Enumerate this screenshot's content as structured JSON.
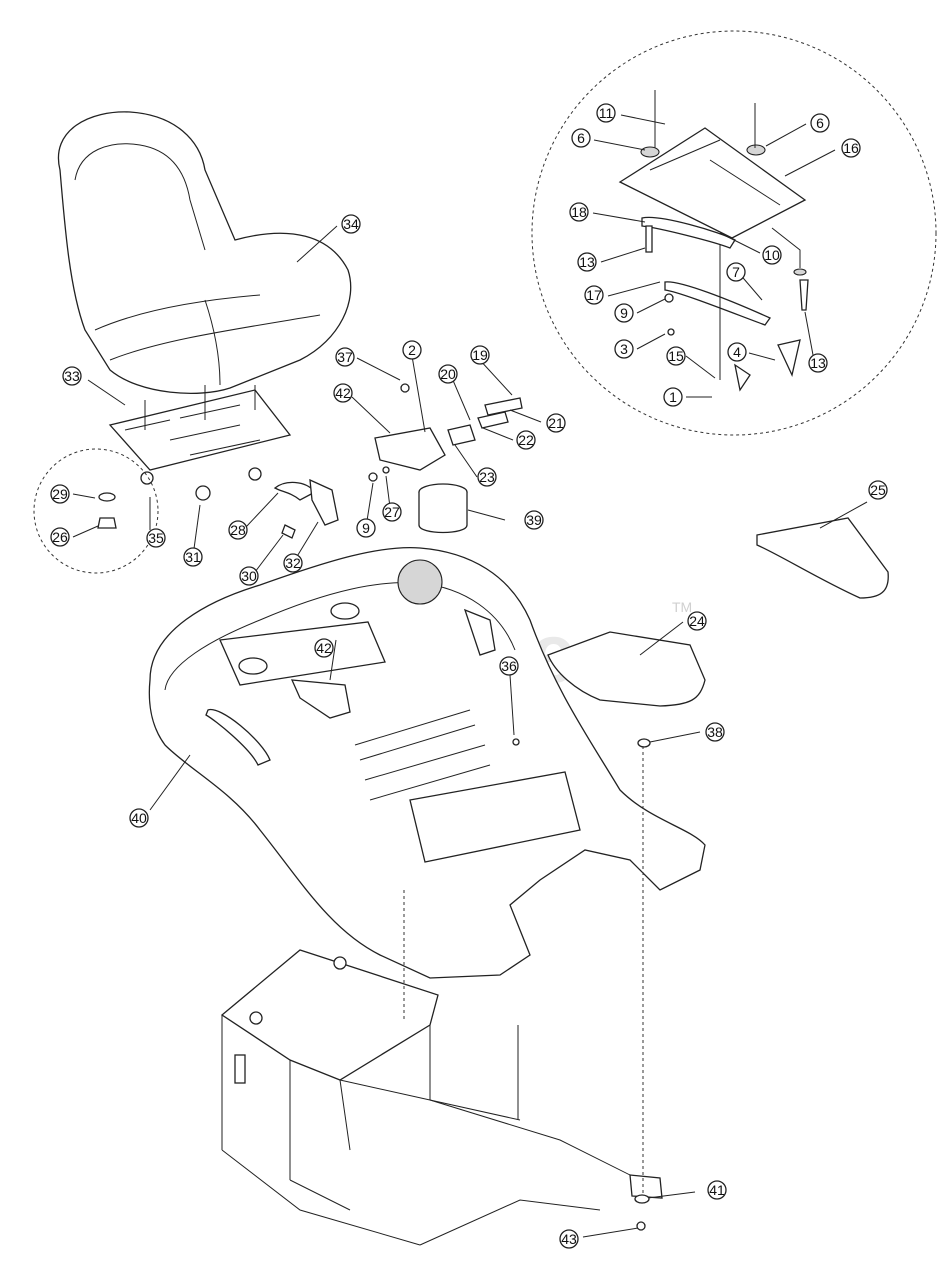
{
  "watermark": {
    "text": "PartsTree",
    "tm": "TM"
  },
  "callouts": [
    {
      "id": "c34",
      "label": "34"
    },
    {
      "id": "c33",
      "label": "33"
    },
    {
      "id": "c37",
      "label": "37"
    },
    {
      "id": "c2",
      "label": "2"
    },
    {
      "id": "c19",
      "label": "19"
    },
    {
      "id": "c20",
      "label": "20"
    },
    {
      "id": "c42a",
      "label": "42"
    },
    {
      "id": "c21",
      "label": "21"
    },
    {
      "id": "c22",
      "label": "22"
    },
    {
      "id": "c23",
      "label": "23"
    },
    {
      "id": "c29",
      "label": "29"
    },
    {
      "id": "c26",
      "label": "26"
    },
    {
      "id": "c35",
      "label": "35"
    },
    {
      "id": "c31",
      "label": "31"
    },
    {
      "id": "c28",
      "label": "28"
    },
    {
      "id": "c27",
      "label": "27"
    },
    {
      "id": "c9a",
      "label": "9"
    },
    {
      "id": "c39",
      "label": "39"
    },
    {
      "id": "c30",
      "label": "30"
    },
    {
      "id": "c32",
      "label": "32"
    },
    {
      "id": "c25",
      "label": "25"
    },
    {
      "id": "c24",
      "label": "24"
    },
    {
      "id": "c42b",
      "label": "42"
    },
    {
      "id": "c36",
      "label": "36"
    },
    {
      "id": "c38",
      "label": "38"
    },
    {
      "id": "c40",
      "label": "40"
    },
    {
      "id": "c41",
      "label": "41"
    },
    {
      "id": "c43",
      "label": "43"
    },
    {
      "id": "c11",
      "label": "11"
    },
    {
      "id": "c6a",
      "label": "6"
    },
    {
      "id": "c6b",
      "label": "6"
    },
    {
      "id": "c16",
      "label": "16"
    },
    {
      "id": "c18",
      "label": "18"
    },
    {
      "id": "c13a",
      "label": "13"
    },
    {
      "id": "c10",
      "label": "10"
    },
    {
      "id": "c17",
      "label": "17"
    },
    {
      "id": "c7",
      "label": "7"
    },
    {
      "id": "c9b",
      "label": "9"
    },
    {
      "id": "c13b",
      "label": "13"
    },
    {
      "id": "c3",
      "label": "3"
    },
    {
      "id": "c15",
      "label": "15"
    },
    {
      "id": "c4",
      "label": "4"
    },
    {
      "id": "c1",
      "label": "1"
    }
  ]
}
